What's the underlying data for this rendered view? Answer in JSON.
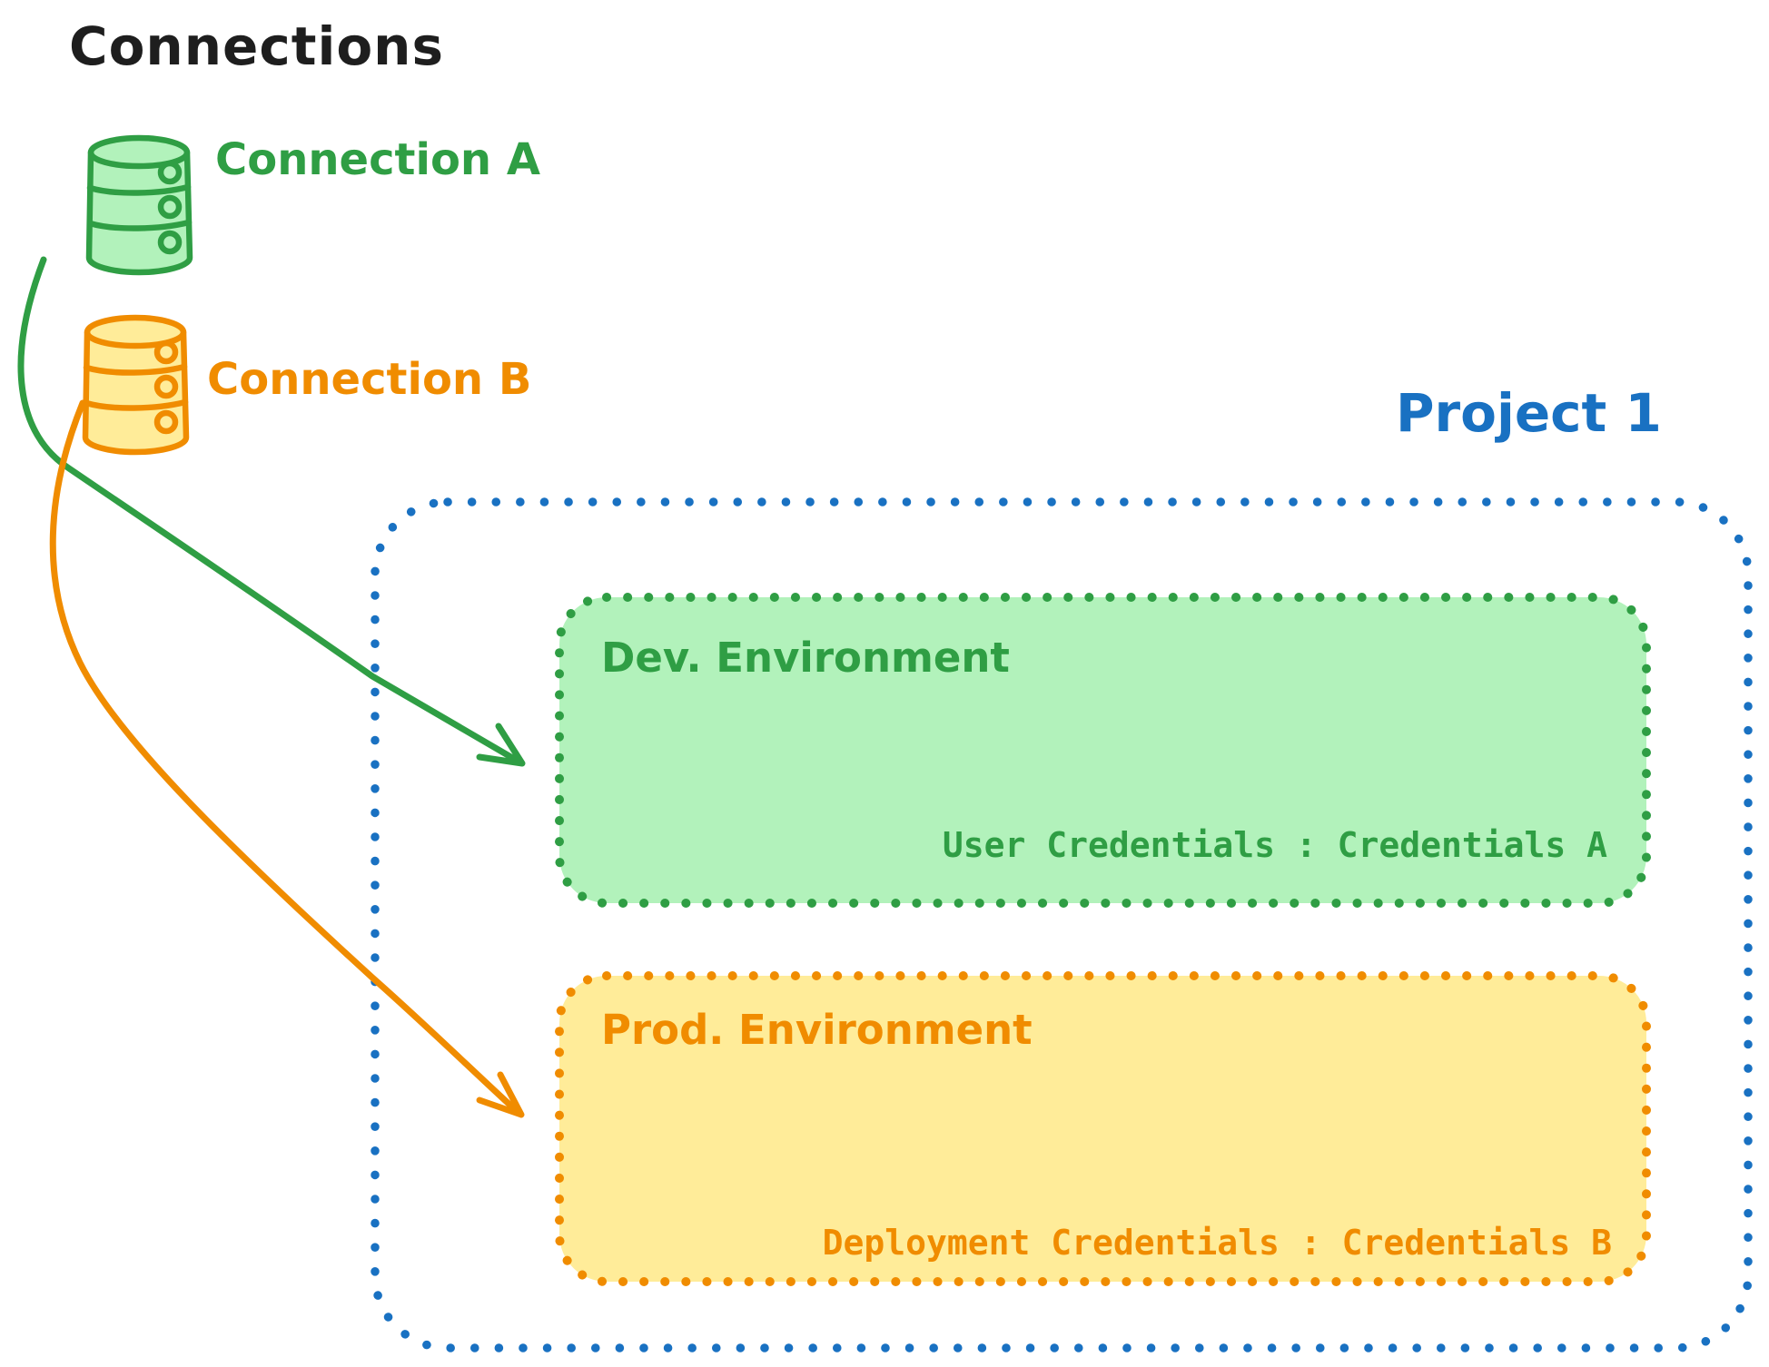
{
  "colors": {
    "ink": "#1e1e1e",
    "blue": "#1971c2",
    "green": "#2f9e44",
    "green_fill": "#b2f2bb",
    "orange": "#f08c00",
    "orange_fill": "#ffec99",
    "background": "#ffffff"
  },
  "connections_panel": {
    "title": "Connections",
    "items": [
      {
        "label": "Connection A",
        "icon": "database-icon",
        "color": "#2f9e44",
        "fill": "#b2f2bb"
      },
      {
        "label": "Connection B",
        "icon": "database-icon",
        "color": "#f08c00",
        "fill": "#ffec99"
      }
    ]
  },
  "project": {
    "title": "Project 1",
    "border_color": "#1971c2",
    "environments": [
      {
        "name": "Dev. Environment",
        "credentials": "User Credentials : Credentials A",
        "stroke": "#2f9e44",
        "fill": "#b2f2bb"
      },
      {
        "name": "Prod. Environment",
        "credentials": "Deployment Credentials : Credentials B",
        "stroke": "#f08c00",
        "fill": "#ffec99"
      }
    ]
  },
  "arrows": [
    {
      "name": "connection-a-to-dev-environment",
      "color": "#2f9e44"
    },
    {
      "name": "connection-b-to-prod-environment",
      "color": "#f08c00"
    }
  ]
}
